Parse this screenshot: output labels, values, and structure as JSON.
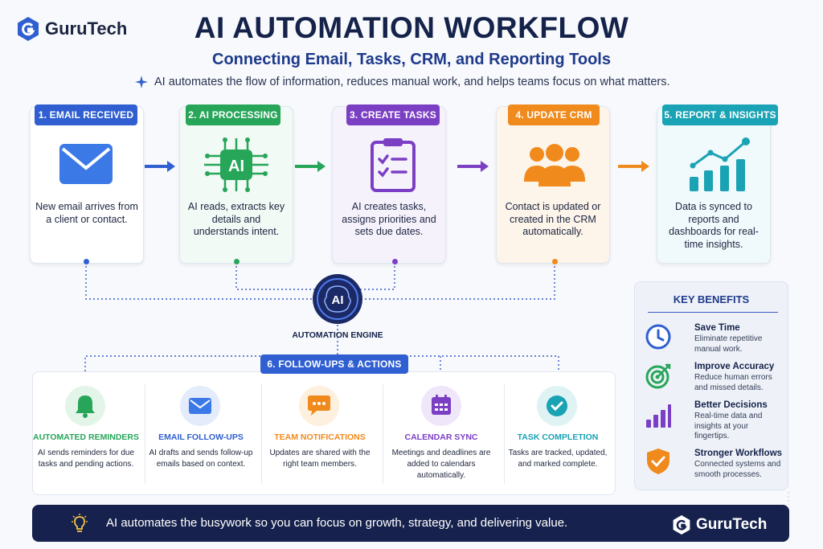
{
  "brand": {
    "name": "GuruTech"
  },
  "header": {
    "title": "AI AUTOMATION WORKFLOW",
    "subtitle": "Connecting Email, Tasks, CRM, and Reporting Tools",
    "tagline": "AI automates the flow of information, reduces manual work, and helps teams focus on what matters."
  },
  "steps": [
    {
      "label": "1. EMAIL RECEIVED",
      "text": "New email arrives from a client or contact.",
      "color": "#2f5fd0",
      "icon": "envelope-icon"
    },
    {
      "label": "2. AI PROCESSING",
      "text": "AI reads, extracts key details and understands intent.",
      "color": "#27a559",
      "icon": "ai-chip-icon",
      "icon_text": "AI"
    },
    {
      "label": "3. CREATE TASKS",
      "text": "AI creates tasks, assigns priorities and sets due dates.",
      "color": "#7b3fc4",
      "icon": "clipboard-checklist-icon"
    },
    {
      "label": "4. UPDATE CRM",
      "text": "Contact is updated or created in the CRM automatically.",
      "color": "#f08a1c",
      "icon": "contacts-group-icon"
    },
    {
      "label": "5. REPORT & INSIGHTS",
      "text": "Data is synced to reports and dashboards for real-time insights.",
      "color": "#1aa3b4",
      "icon": "bar-chart-trend-icon"
    }
  ],
  "engine": {
    "icon_text": "AI",
    "label": "AUTOMATION ENGINE"
  },
  "followups": {
    "label": "6. FOLLOW-UPS & ACTIONS",
    "items": [
      {
        "title": "AUTOMATED REMINDERS",
        "desc": "AI sends reminders for due tasks and pending actions.",
        "color": "#27a559",
        "icon": "bell-icon"
      },
      {
        "title": "EMAIL FOLLOW-UPS",
        "desc": "AI drafts and sends follow-up emails based on context.",
        "color": "#2f5fd0",
        "icon": "envelope-icon"
      },
      {
        "title": "TEAM NOTIFICATIONS",
        "desc": "Updates are shared with the right team members.",
        "color": "#f08a1c",
        "icon": "chat-bubble-icon"
      },
      {
        "title": "CALENDAR SYNC",
        "desc": "Meetings and deadlines are added to calendars automatically.",
        "color": "#7b3fc4",
        "icon": "calendar-icon"
      },
      {
        "title": "TASK COMPLETION",
        "desc": "Tasks are tracked, updated, and marked complete.",
        "color": "#1aa3b4",
        "icon": "check-circle-icon"
      }
    ]
  },
  "benefits": {
    "title": "KEY BENEFITS",
    "items": [
      {
        "title": "Save Time",
        "desc": "Eliminate repetitive manual work.",
        "icon": "clock-icon"
      },
      {
        "title": "Improve Accuracy",
        "desc": "Reduce human errors and missed details.",
        "icon": "target-icon"
      },
      {
        "title": "Better Decisions",
        "desc": "Real-time data and insights at your fingertips.",
        "icon": "bar-chart-icon"
      },
      {
        "title": "Stronger Workflows",
        "desc": "Connected systems and smooth processes.",
        "icon": "shield-check-icon"
      }
    ]
  },
  "banner": {
    "text": "AI automates the busywork so you can focus on growth, strategy, and delivering value."
  }
}
